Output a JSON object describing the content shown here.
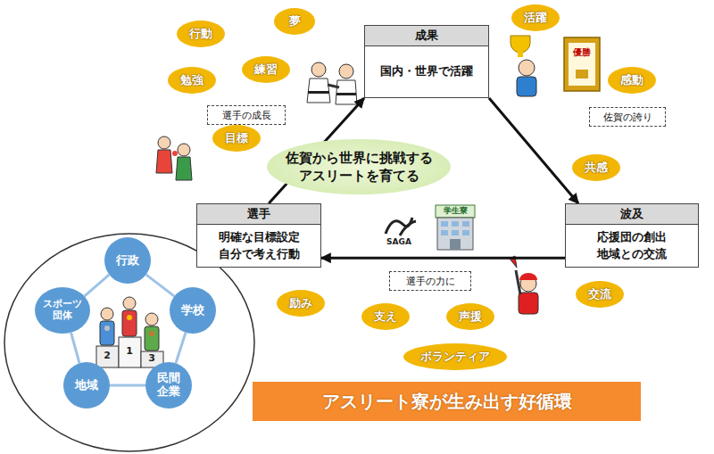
{
  "diagram": {
    "title": "アスリート寮が生み出す好循環",
    "nodes": [
      {
        "text": [
          "行動"
        ]
      },
      {
        "text": [
          "夢"
        ]
      },
      {
        "text": [
          "成果",
          "国内・世界で活躍"
        ]
      },
      {
        "text": [
          "活躍"
        ]
      },
      {
        "text": [
          "勉強"
        ]
      },
      {
        "text": [
          "練習"
        ]
      },
      {
        "text": [
          "感動"
        ]
      },
      {
        "text": [
          "選手の成長"
        ]
      },
      {
        "text": [
          "佐賀の誇り"
        ]
      },
      {
        "text": [
          "目標"
        ]
      },
      {
        "text": [
          "佐賀から世界に挑戦する アスリートを育てる"
        ]
      },
      {
        "text": [
          "共感"
        ]
      },
      {
        "text": [
          "選手",
          "明確な目標設定 自分で考え行動"
        ]
      },
      {
        "text": [
          "波及",
          "応援団の創出 地域との交流"
        ]
      },
      {
        "text": [
          "行政"
        ]
      },
      {
        "text": [
          "スポーツ団体"
        ]
      },
      {
        "text": [
          "学校"
        ]
      },
      {
        "text": [
          "選手の力に"
        ]
      },
      {
        "text": [
          "交流"
        ]
      },
      {
        "text": [
          "励み"
        ]
      },
      {
        "text": [
          "支え"
        ]
      },
      {
        "text": [
          "声援"
        ]
      },
      {
        "text": [
          "地域"
        ]
      },
      {
        "text": [
          "民間企業"
        ]
      },
      {
        "text": [
          "ボランティア"
        ]
      }
    ],
    "edges": [
      {
        "from": 12,
        "to": 2,
        "arrow": "to"
      },
      {
        "from": 2,
        "to": 13,
        "arrow": "to"
      },
      {
        "from": 13,
        "to": 12,
        "arrow": "to"
      },
      {
        "from": 14,
        "to": 16,
        "arrow": "none"
      },
      {
        "from": 16,
        "to": 23,
        "arrow": "none"
      },
      {
        "from": 23,
        "to": 22,
        "arrow": "none"
      },
      {
        "from": 22,
        "to": 15,
        "arrow": "none"
      },
      {
        "from": 15,
        "to": 14,
        "arrow": "none"
      }
    ],
    "labels": [
      "優勝",
      "学生寮",
      "SAGA",
      "2",
      "1",
      "3"
    ]
  }
}
